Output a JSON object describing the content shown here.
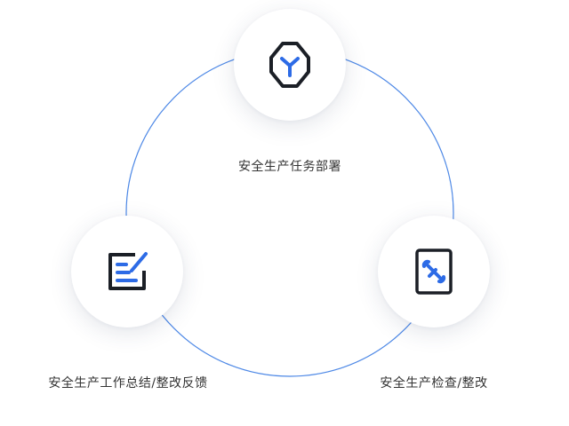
{
  "diagram": {
    "nodes": [
      {
        "id": "deploy",
        "label": "安全生产任务部署",
        "icon": "hexagon-nodes-icon"
      },
      {
        "id": "inspect",
        "label": "安全生产检查/整改",
        "icon": "wrench-card-icon"
      },
      {
        "id": "summary",
        "label": "安全生产工作总结/整改反馈",
        "icon": "edit-document-icon"
      }
    ],
    "colors": {
      "ring": "#4d88e6",
      "accent": "#2d6be6",
      "icon_stroke": "#1b1f26",
      "text": "#333333"
    }
  }
}
